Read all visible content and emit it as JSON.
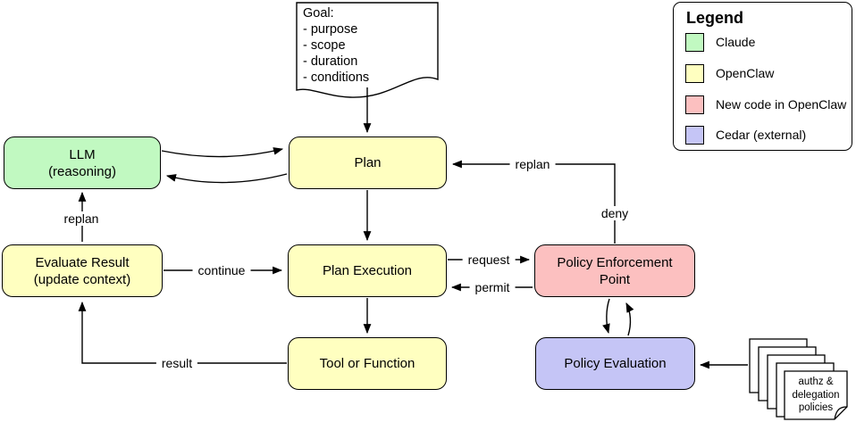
{
  "colors": {
    "claude_green": "#c1f9c1",
    "openclaw_yellow": "#ffffc0",
    "new_code_pink": "#fcc0c0",
    "cedar_purple": "#c5c5f6",
    "stroke": "#000000",
    "background": "#ffffff"
  },
  "goal_document": {
    "title": "Goal:",
    "items": [
      "- purpose",
      "- scope",
      "- duration",
      "- conditions"
    ]
  },
  "nodes": {
    "llm": {
      "lines": [
        "LLM",
        "(reasoning)"
      ],
      "color": "#c1f9c1"
    },
    "plan": {
      "lines": [
        "Plan"
      ],
      "color": "#ffffc0"
    },
    "evaluate_result": {
      "lines": [
        "Evaluate Result",
        "(update context)"
      ],
      "color": "#ffffc0"
    },
    "plan_execution": {
      "lines": [
        "Plan Execution"
      ],
      "color": "#ffffc0"
    },
    "tool_or_function": {
      "lines": [
        "Tool or Function"
      ],
      "color": "#ffffc0"
    },
    "policy_enforcement_point": {
      "lines": [
        "Policy Enforcement",
        "Point"
      ],
      "color": "#fcc0c0"
    },
    "policy_evaluation": {
      "lines": [
        "Policy Evaluation"
      ],
      "color": "#c5c5f6"
    }
  },
  "edge_labels": {
    "replan_to_llm": "replan",
    "continue_label": "continue",
    "request": "request",
    "permit": "permit",
    "deny": "deny",
    "replan_to_plan": "replan",
    "result": "result"
  },
  "policies_document": {
    "lines": [
      "authz &",
      "delegation",
      "policies"
    ]
  },
  "legend": {
    "title": "Legend",
    "items": [
      {
        "label": "Claude",
        "color": "#c1f9c1"
      },
      {
        "label": "OpenClaw",
        "color": "#ffffc0"
      },
      {
        "label": "New code in OpenClaw",
        "color": "#fcc0c0"
      },
      {
        "label": "Cedar (external)",
        "color": "#c5c5f6"
      }
    ]
  }
}
